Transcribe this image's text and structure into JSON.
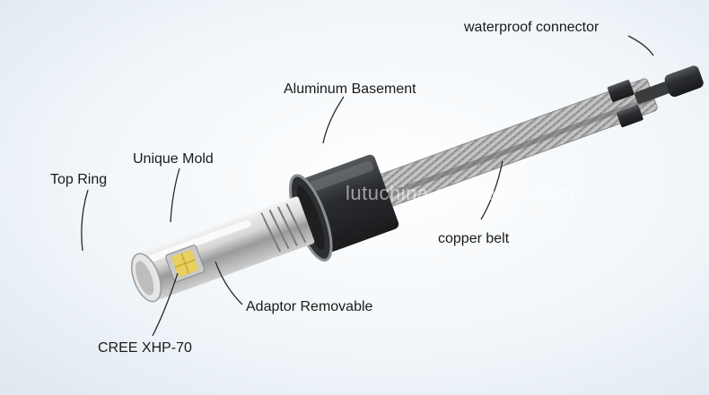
{
  "labels": {
    "waterproof_connector": "waterproof connector",
    "aluminum_basement": "Aluminum Basement",
    "unique_mold": "Unique Mold",
    "top_ring": "Top Ring",
    "copper_belt": "copper belt",
    "adaptor_removable": "Adaptor Removable",
    "cree_chip": "CREE XHP-70"
  },
  "watermark": "lutuchina.en.alibaba.com",
  "colors": {
    "background": "#e9f0f5",
    "leader_line": "#2a2a2a",
    "chip_yellow": "#e8d060",
    "housing_dark": "#2b2c2e"
  }
}
